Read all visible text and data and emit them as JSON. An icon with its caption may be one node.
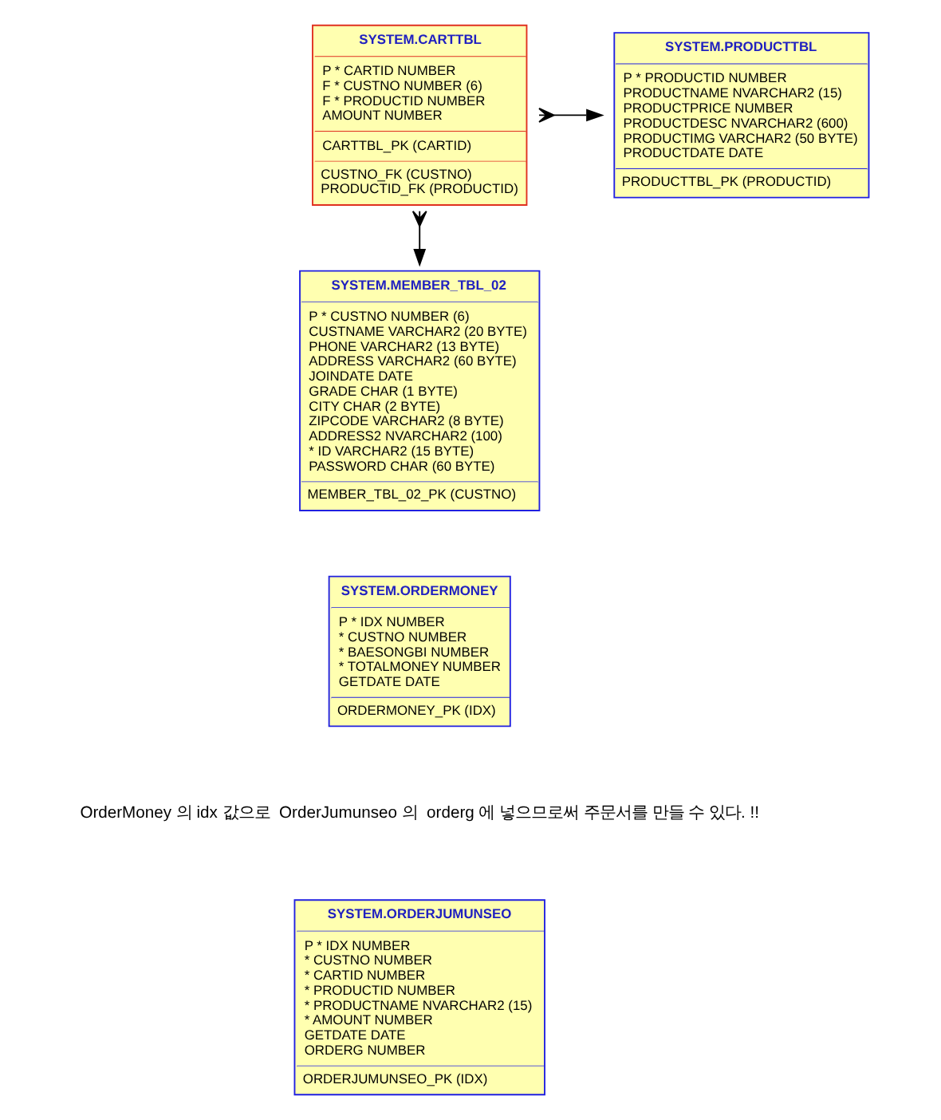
{
  "diagram": {
    "nodes": [
      {
        "text": [
          "SYSTEM.CARTTBL",
          "P * CARTID NUMBER",
          "F * CUSTNO NUMBER (6)",
          "F * PRODUCTID NUMBER",
          "AMOUNT NUMBER",
          "CARTTBL_PK (CARTID)",
          "CUSTNO_FK (CUSTNO)",
          "PRODUCTID_FK (PRODUCTID)"
        ]
      },
      {
        "text": [
          "SYSTEM.PRODUCTTBL",
          "P * PRODUCTID NUMBER",
          "PRODUCTNAME NVARCHAR2 (15)",
          "PRODUCTPRICE NUMBER",
          "PRODUCTDESC NVARCHAR2 (600)",
          "PRODUCTIMG VARCHAR2 (50 BYTE)",
          "PRODUCTDATE DATE",
          "PRODUCTTBL_PK (PRODUCTID)"
        ]
      },
      {
        "text": [
          "SYSTEM.MEMBER_TBL_02",
          "P * CUSTNO NUMBER (6)",
          "CUSTNAME VARCHAR2 (20 BYTE)",
          "PHONE VARCHAR2 (13 BYTE)",
          "ADDRESS VARCHAR2 (60 BYTE)",
          "JOINDATE DATE",
          "GRADE CHAR (1 BYTE)",
          "CITY CHAR (2 BYTE)",
          "ZIPCODE VARCHAR2 (8 BYTE)",
          "ADDRESS2 NVARCHAR2 (100)",
          "* ID VARCHAR2 (15 BYTE)",
          "PASSWORD CHAR (60 BYTE)",
          "MEMBER_TBL_02_PK (CUSTNO)"
        ]
      },
      {
        "text": [
          "SYSTEM.ORDERMONEY",
          "P * IDX NUMBER",
          "* CUSTNO NUMBER",
          "* BAESONGBI NUMBER",
          "* TOTALMONEY NUMBER",
          "GETDATE DATE",
          "ORDERMONEY_PK (IDX)"
        ]
      },
      {
        "text": [
          "SYSTEM.ORDERJUMUNSEO",
          "P * IDX NUMBER",
          "* CUSTNO NUMBER",
          "* CARTID NUMBER",
          "* PRODUCTID NUMBER",
          "* PRODUCTNAME NVARCHAR2 (15)",
          "* AMOUNT NUMBER",
          "GETDATE DATE",
          "ORDERG NUMBER",
          "ORDERJUMUNSEO_PK (IDX)"
        ]
      }
    ],
    "edges": [
      {
        "from": 0,
        "to": 1,
        "arrow": "to"
      },
      {
        "from": 0,
        "to": 2,
        "arrow": "to"
      }
    ],
    "labels": [
      "OrderMoney 의 idx 값으로  OrderJumunseo 의  orderg 에 넣으므로써 주문서를 만들 수 있다. !!"
    ]
  }
}
